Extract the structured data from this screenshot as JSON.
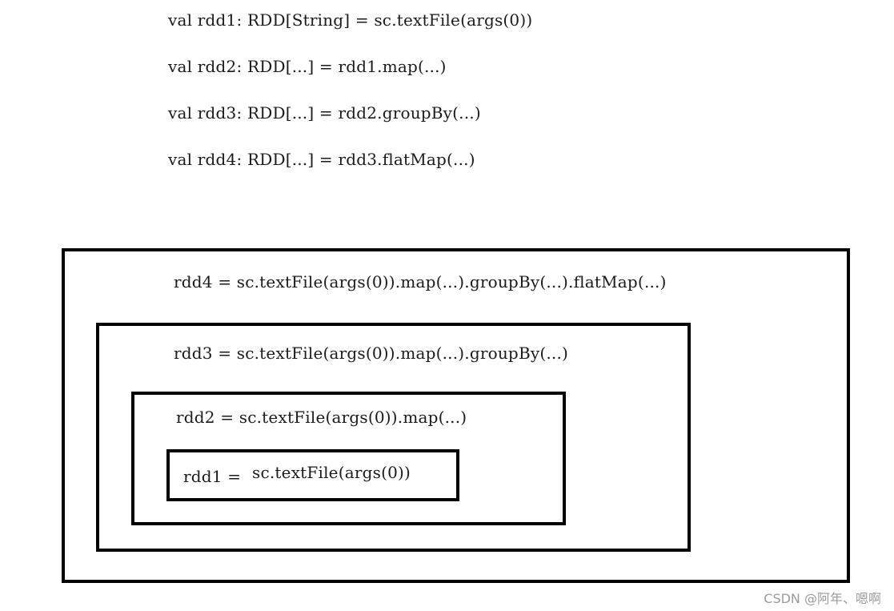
{
  "code_lines": [
    "val rdd1: RDD[String] = sc.textFile(args(0))",
    "val rdd2: RDD[...] = rdd1.map(...)",
    "val rdd3: RDD[...] = rdd2.groupBy(...)",
    "val rdd4: RDD[...] = rdd3.flatMap(...)"
  ],
  "boxes": {
    "rdd4": "rdd4 = sc.textFile(args(0)).map(...).groupBy(...).flatMap(...)",
    "rdd3": "rdd3 = sc.textFile(args(0)).map(...).groupBy(...)",
    "rdd2": "rdd2 = sc.textFile(args(0)).map(...)",
    "rdd1_lhs": "rdd1 =",
    "rdd1_rhs": "sc.textFile(args(0))"
  },
  "watermark": "CSDN @阿年、嗯啊"
}
